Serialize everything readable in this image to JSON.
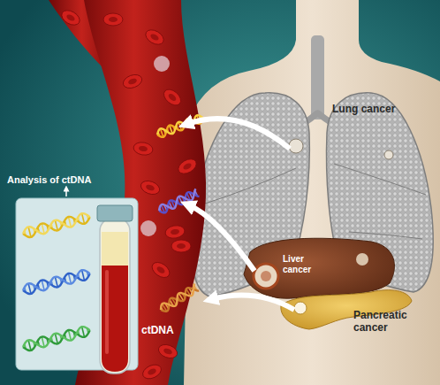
{
  "diagram": {
    "labels": [
      "Lung cancer",
      "Liver cancer",
      "Pancreatic cancer",
      "Analysis of ctDNA",
      "ctDNA"
    ]
  }
}
